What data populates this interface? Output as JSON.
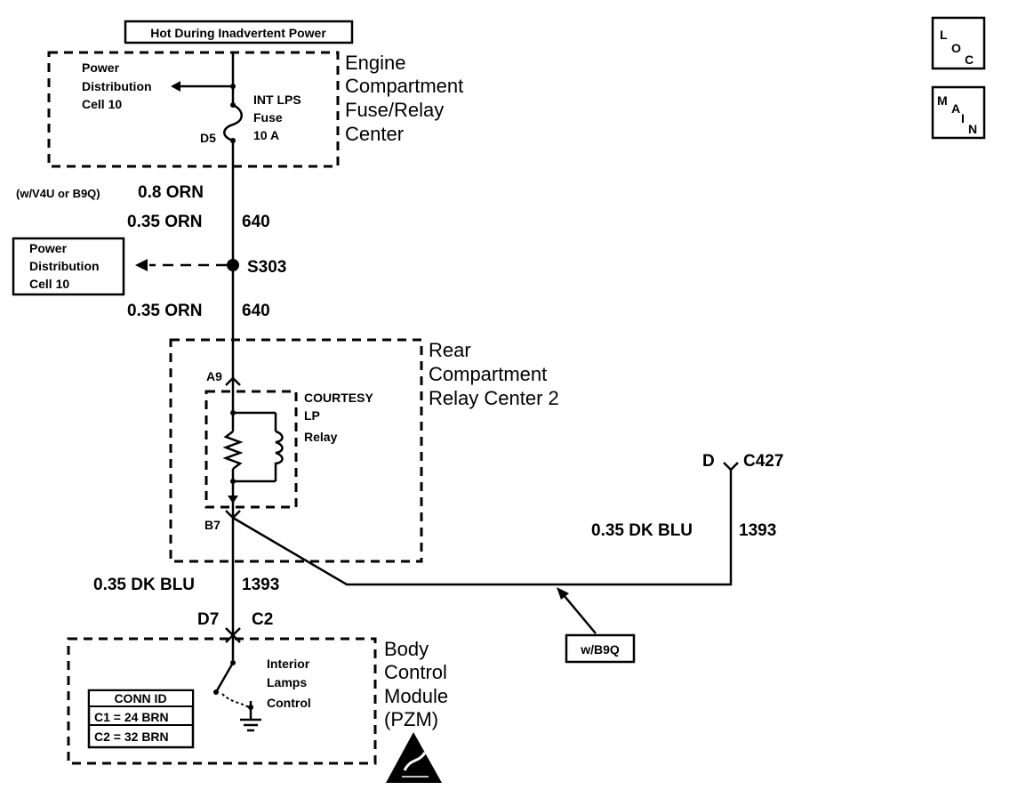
{
  "top_label": "Hot During Inadvertent Power",
  "nav": {
    "loc": [
      "L",
      "O",
      "C"
    ],
    "main": [
      "M",
      "A",
      "I",
      "N"
    ]
  },
  "engine_center": {
    "title": [
      "Engine",
      "Compartment",
      "Fuse/Relay",
      "Center"
    ],
    "power_dist": [
      "Power",
      "Distribution",
      "Cell 10"
    ],
    "fuse": [
      "INT LPS",
      "Fuse",
      "10 A"
    ],
    "terminal": "D5"
  },
  "wire1": {
    "option": "(w/V4U or B9Q)",
    "option_gauge": "0.8 ORN",
    "gauge": "0.35 ORN",
    "circuit": "640"
  },
  "splice": {
    "name": "S303",
    "power_dist": [
      "Power",
      "Distribution",
      "Cell 10"
    ]
  },
  "wire2": {
    "gauge": "0.35 ORN",
    "circuit": "640"
  },
  "rear_center": {
    "title": [
      "Rear",
      "Compartment",
      "Relay Center 2"
    ],
    "relay": [
      "COURTESY",
      "LP",
      "Relay"
    ],
    "pin_in": "A9",
    "pin_out": "B7"
  },
  "c427": {
    "pin": "D",
    "connector": "C427",
    "gauge": "0.35 DK BLU",
    "circuit": "1393",
    "option": "w/B9Q"
  },
  "wire3": {
    "gauge": "0.35 DK BLU",
    "circuit": "1393"
  },
  "bcm_conn": {
    "pin": "D7",
    "connector": "C2"
  },
  "bcm": {
    "title": [
      "Body",
      "Control",
      "Module",
      "(PZM)"
    ],
    "control": [
      "Interior",
      "Lamps",
      "Control"
    ],
    "conn_id": {
      "header": "CONN ID",
      "rows": [
        "C1 = 24 BRN",
        "C2 = 32 BRN"
      ]
    }
  }
}
